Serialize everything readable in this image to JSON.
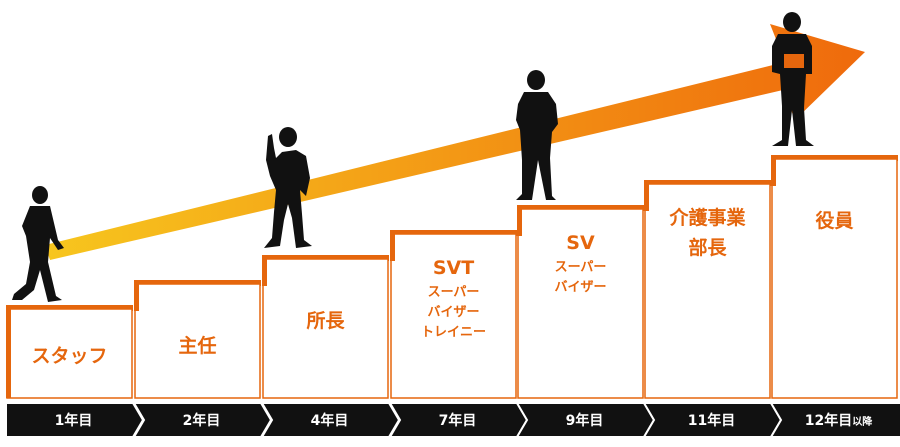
{
  "colors": {
    "accent": "#e5660d",
    "arrow_start": "#f7c61e",
    "arrow_end": "#ef6a0c",
    "timeline_bg": "#111111",
    "silhouette": "#111111"
  },
  "steps": [
    {
      "title_lines": [
        "スタッフ"
      ],
      "sub_lines": [],
      "year": "1年目",
      "year_suffix": ""
    },
    {
      "title_lines": [
        "主任"
      ],
      "sub_lines": [],
      "year": "2年目",
      "year_suffix": ""
    },
    {
      "title_lines": [
        "所長"
      ],
      "sub_lines": [],
      "year": "4年目",
      "year_suffix": ""
    },
    {
      "title_lines": [
        "SVT"
      ],
      "sub_lines": [
        "スーパー",
        "バイザー",
        "トレイニー"
      ],
      "year": "7年目",
      "year_suffix": ""
    },
    {
      "title_lines": [
        "SV"
      ],
      "sub_lines": [
        "スーパー",
        "バイザー"
      ],
      "year": "9年目",
      "year_suffix": ""
    },
    {
      "title_lines": [
        "介護事業",
        "部長"
      ],
      "sub_lines": [],
      "year": "11年目",
      "year_suffix": ""
    },
    {
      "title_lines": [
        "役員"
      ],
      "sub_lines": [],
      "year": "12年目",
      "year_suffix": "以降"
    }
  ],
  "figures": [
    {
      "name": "walking-staff-figure",
      "step": 0
    },
    {
      "name": "thumbs-up-chief-figure",
      "step": 2
    },
    {
      "name": "arms-crossed-supervisor-figure",
      "step": 4
    },
    {
      "name": "executive-with-folder-figure",
      "step": 6
    }
  ]
}
